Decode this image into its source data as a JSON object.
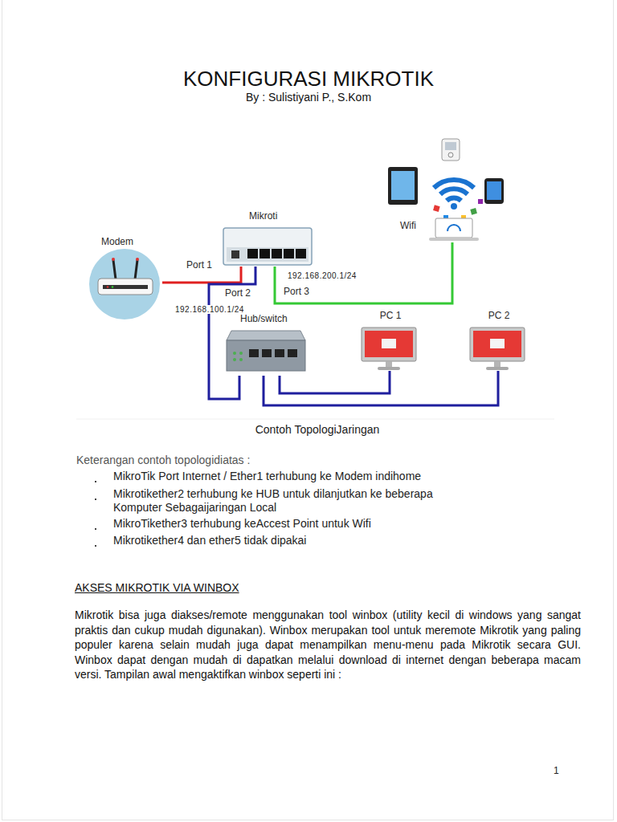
{
  "diagram": {
    "title": "KONFIGURASI MIKROTIK",
    "caption": "Contoh TopologiJaringan",
    "nodes": [
      {
        "text": [
          "Modem"
        ]
      },
      {
        "text": [
          "Mikroti"
        ]
      },
      {
        "text": [
          "Wifi"
        ]
      },
      {
        "text": [
          "Hub/switch"
        ]
      },
      {
        "text": [
          "PC 1"
        ]
      },
      {
        "text": [
          "PC 2"
        ]
      }
    ],
    "edges": [
      {
        "from": 0,
        "to": 1,
        "label": "Port 1",
        "arrow": "none"
      },
      {
        "from": 1,
        "to": 3,
        "label": "Port 2",
        "arrow": "none"
      },
      {
        "from": 1,
        "to": 2,
        "label": "Port 3",
        "arrow": "none"
      },
      {
        "from": 3,
        "to": 4,
        "arrow": "none"
      },
      {
        "from": 3,
        "to": 5,
        "arrow": "none"
      }
    ],
    "labels": [
      "By : Sulistiyani P., S.Kom",
      "192.168.200.1/24",
      "192.168.100.1/24",
      "Keterangan contoh topologidiatas :",
      "MikroTik Port Internet / Ether1 terhubung ke Modem indihome",
      "Mikrotikether2 terhubung ke HUB untuk dilanjutkan ke beberapa Komputer Sebagaijaringan Local",
      "MikroTikether3 terhubung keAccest Point untuk Wifi",
      "Mikrotikether4 dan ether5 tidak dipakai",
      "AKSES MIKROTIK VIA WINBOX",
      "Mikrotik bisa juga diakses/remote menggunakan tool winbox (utility kecil di windows yang sangat praktis dan cukup mudah digunakan). Winbox merupakan tool untuk meremote Mikrotik yang paling populer karena selain mudah juga dapat menampilkan menu-menu pada Mikrotik secara GUI. Winbox dapat dengan mudah di dapatkan melalui download di internet dengan beberapa macam versi. Tampilan awal mengaktifkan winbox seperti ini :",
      "1"
    ]
  }
}
